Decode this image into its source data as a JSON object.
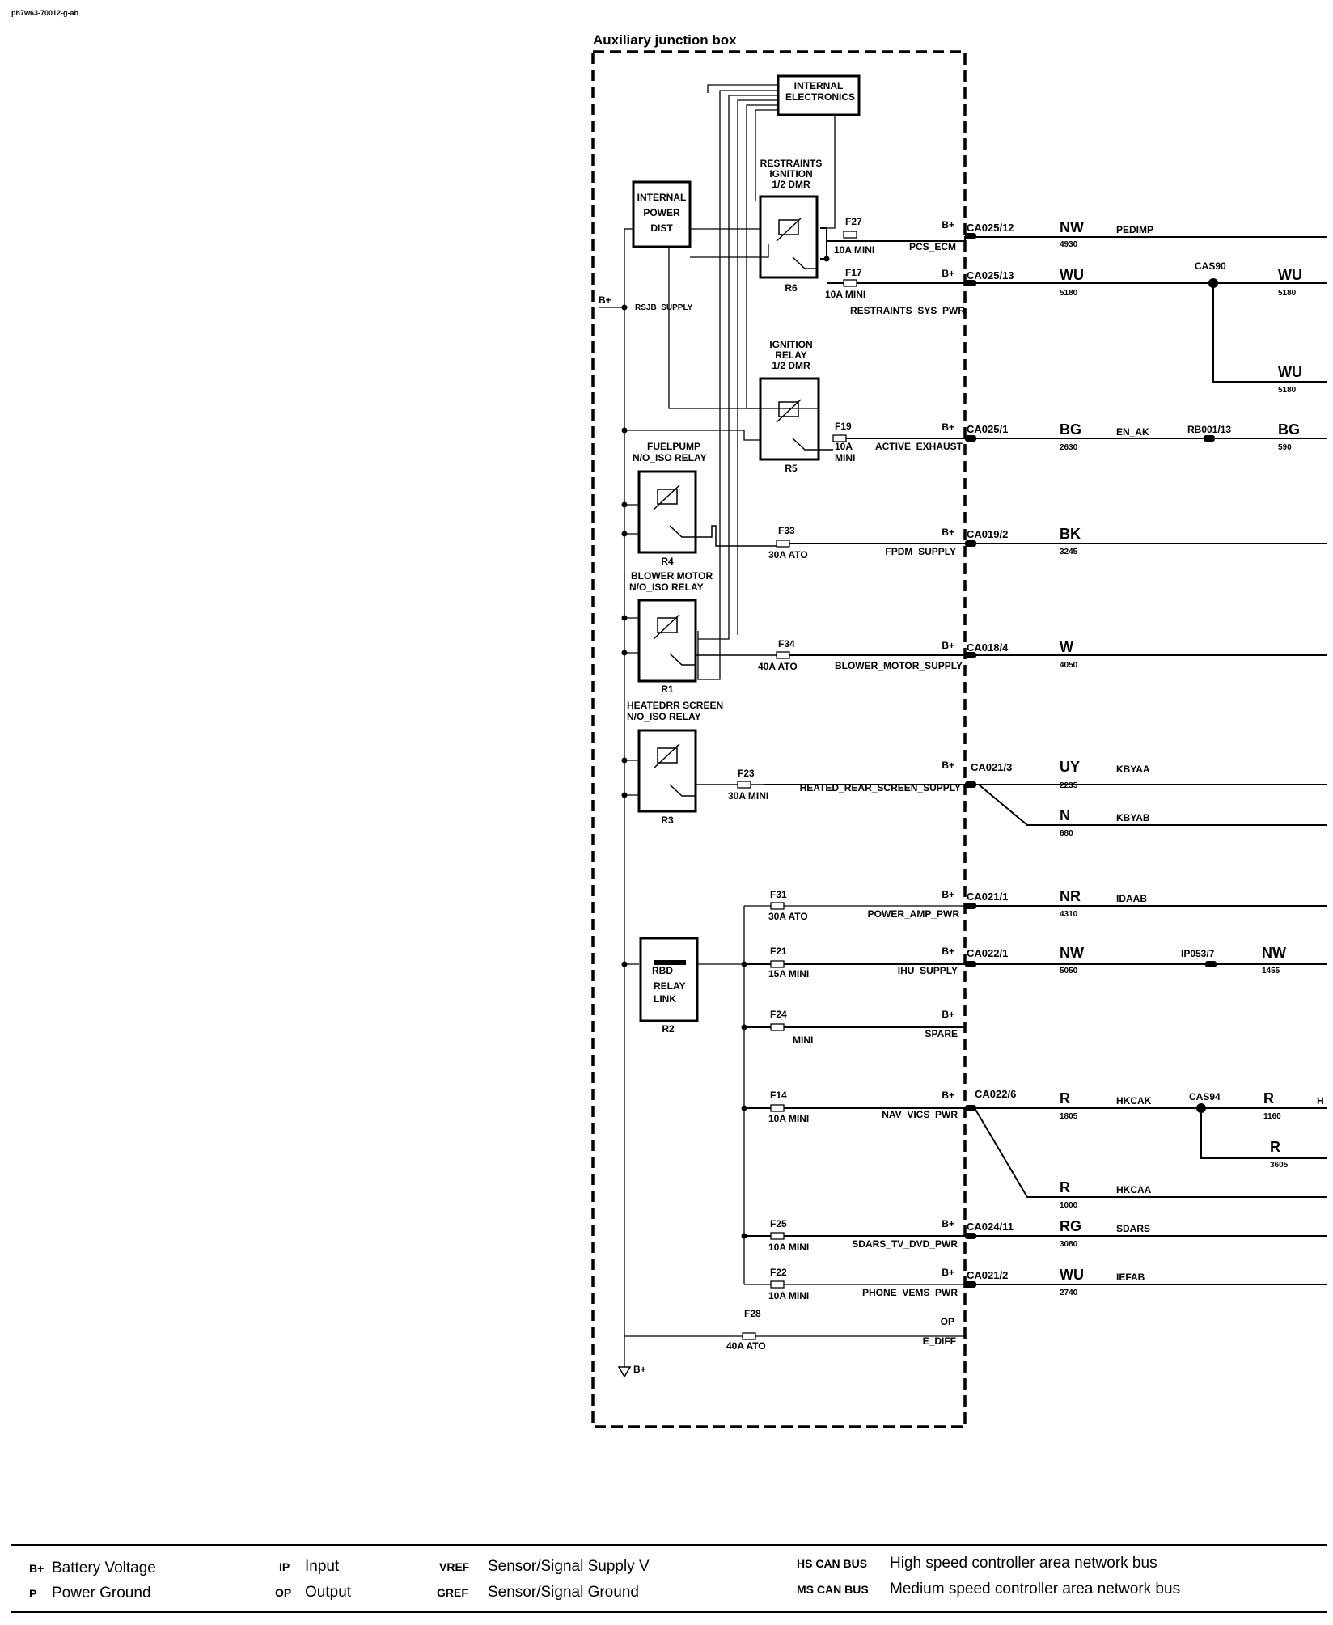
{
  "doc_id": "ph7w63-70012-g-ab",
  "box_title": "Auxiliary junction box",
  "internal_electronics": [
    "INTERNAL",
    "ELECTRONICS"
  ],
  "internal_power": [
    "INTERNAL",
    "POWER",
    "DIST"
  ],
  "bplus": "B+",
  "op": "OP",
  "rsjb_supply": "RSJB_SUPPLY",
  "relays": {
    "r6": {
      "id": "R6",
      "title": [
        "RESTRAINTS",
        "IGNITION",
        "1/2 DMR"
      ]
    },
    "r5": {
      "id": "R5",
      "title": [
        "IGNITION",
        "RELAY",
        "1/2 DMR"
      ]
    },
    "r4": {
      "id": "R4",
      "title": [
        "FUELPUMP",
        "N/O_ISO  RELAY"
      ]
    },
    "r1": {
      "id": "R1",
      "title": [
        "BLOWER MOTOR",
        "N/O_ISO   RELAY"
      ]
    },
    "r3": {
      "id": "R3",
      "title": [
        "HEATEDRR SCREEN",
        "N/O_ISO      RELAY"
      ]
    },
    "r2": {
      "id": "R2",
      "title": [
        "RBD",
        "RELAY",
        "LINK"
      ]
    }
  },
  "fuses": {
    "f27": {
      "id": "F27",
      "rating": "10A  MINI"
    },
    "f17": {
      "id": "F17",
      "rating": "10A  MINI"
    },
    "f19": {
      "id": "F19",
      "rating": [
        "10A",
        "MINI"
      ]
    },
    "f33": {
      "id": "F33",
      "rating": "30A  ATO"
    },
    "f34": {
      "id": "F34",
      "rating": "40A  ATO"
    },
    "f23": {
      "id": "F23",
      "rating": "30A MINI"
    },
    "f31": {
      "id": "F31",
      "rating": "30A  ATO"
    },
    "f21": {
      "id": "F21",
      "rating": "15A  MINI"
    },
    "f24": {
      "id": "F24",
      "rating": "MINI"
    },
    "f14": {
      "id": "F14",
      "rating": "10A  MINI"
    },
    "f25": {
      "id": "F25",
      "rating": "10A  MINI"
    },
    "f22": {
      "id": "F22",
      "rating": "10A  MINI"
    },
    "f28": {
      "id": "F28",
      "rating": "40A  ATO"
    }
  },
  "circuits": {
    "pcs_ecm": "PCS_ECM",
    "restraints_sys_pwr": "RESTRAINTS_SYS_PWR",
    "active_exhaust": "ACTIVE_EXHAUST",
    "fpdm_supply": "FPDM_SUPPLY",
    "blower_motor_supply": "BLOWER_MOTOR_SUPPLY",
    "heated_rear_screen_supply": "HEATED_REAR_SCREEN_SUPPLY",
    "power_amp_pwr": "POWER_AMP_PWR",
    "ihu_supply": "IHU_SUPPLY",
    "spare": "SPARE",
    "nav_vics_pwr": "NAV_VICS_PWR",
    "sdars_tv_dvd_pwr": "SDARS_TV_DVD_PWR",
    "phone_vems_pwr": "PHONE_VEMS_PWR",
    "e_diff": "E_DIFF"
  },
  "connectors": {
    "c1": "CA025/12",
    "c2": "CA025/13",
    "c3": "CA025/1",
    "c4": "CA019/2",
    "c5": "CA018/4",
    "c6": "CA021/3",
    "c7": "CA021/1",
    "c8": "CA022/1",
    "c9": "CA022/6",
    "c10": "CA024/11",
    "c11": "CA021/2"
  },
  "wires": {
    "w1": {
      "color": "NW",
      "num": "4930",
      "name": "PEDIMP"
    },
    "w2": {
      "color": "WU",
      "num": "5180"
    },
    "w2b": {
      "color": "WU",
      "num": "5180"
    },
    "w2c": {
      "color": "WU",
      "num": "5180"
    },
    "w3": {
      "color": "BG",
      "num": "2630",
      "name": "EN_AK"
    },
    "w3b": {
      "color": "BG",
      "num": "590"
    },
    "w4": {
      "color": "BK",
      "num": "3245"
    },
    "w5": {
      "color": "W",
      "num": "4050"
    },
    "w6": {
      "color": "UY",
      "num": "2235",
      "name": "KBYAA"
    },
    "w6b": {
      "color": "N",
      "num": "680",
      "name": "KBYAB"
    },
    "w7": {
      "color": "NR",
      "num": "4310",
      "name": "IDAAB"
    },
    "w8": {
      "color": "NW",
      "num": "5050"
    },
    "w8b": {
      "color": "NW",
      "num": "1455"
    },
    "w9": {
      "color": "R",
      "num": "1805",
      "name": "HKCAK"
    },
    "w9b": {
      "color": "R",
      "num": "1160",
      "name": "H"
    },
    "w9c": {
      "color": "R",
      "num": "3605"
    },
    "w9d": {
      "color": "R",
      "num": "1000",
      "name": "HKCAA"
    },
    "w10": {
      "color": "RG",
      "num": "3080",
      "name": "SDARS"
    },
    "w11": {
      "color": "WU",
      "num": "2740",
      "name": "IEFAB"
    }
  },
  "splices": {
    "cas90": "CAS90",
    "rb001": "RB001/13",
    "ip053": "IP053/7",
    "cas94": "CAS94"
  },
  "legend": {
    "bplus": {
      "code": "B+",
      "text": "Battery Voltage"
    },
    "p": {
      "code": "P",
      "text": "Power Ground"
    },
    "ip": {
      "code": "IP",
      "text": "Input"
    },
    "op": {
      "code": "OP",
      "text": "Output"
    },
    "vref": {
      "code": "VREF",
      "text": "Sensor/Signal Supply V"
    },
    "gref": {
      "code": "GREF",
      "text": "Sensor/Signal Ground"
    },
    "hscan": {
      "code": "HS CAN BUS",
      "text": "High speed controller area network bus"
    },
    "mscan": {
      "code": "MS CAN BUS",
      "text": "Medium speed controller area network bus"
    }
  }
}
